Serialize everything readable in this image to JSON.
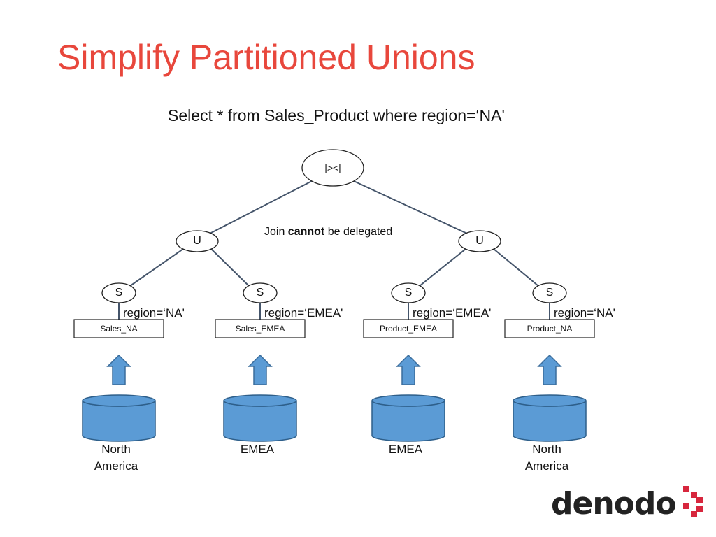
{
  "title": "Simplify Partitioned Unions",
  "query": "Select * from Sales_Product where region=‘NA'",
  "join": {
    "label": "|><|"
  },
  "note": {
    "prefix": "Join ",
    "emphasis": "cannot",
    "suffix": " be delegated"
  },
  "branches": [
    {
      "union_label": "U",
      "legs": [
        {
          "select_label": "S",
          "condition": "region=‘NA'",
          "table": "Sales_NA",
          "source_lines": [
            "North",
            "America"
          ]
        },
        {
          "select_label": "S",
          "condition": "region=‘EMEA'",
          "table": "Sales_EMEA",
          "source_lines": [
            "EMEA"
          ]
        }
      ]
    },
    {
      "union_label": "U",
      "legs": [
        {
          "select_label": "S",
          "condition": "region=‘EMEA'",
          "table": "Product_EMEA",
          "source_lines": [
            "EMEA"
          ]
        },
        {
          "select_label": "S",
          "condition": "region=‘NA'",
          "table": "Product_NA",
          "source_lines": [
            "North",
            "America"
          ]
        }
      ]
    }
  ],
  "logo": {
    "text": "denodo"
  },
  "colors": {
    "title": "#e8473c",
    "edge": "#44546a",
    "db_fill": "#5b9bd5",
    "db_stroke": "#2e5f8a",
    "arrow_fill": "#5b9bd5",
    "arrow_stroke": "#3a6d9c",
    "logo_accent": "#d7263d"
  }
}
